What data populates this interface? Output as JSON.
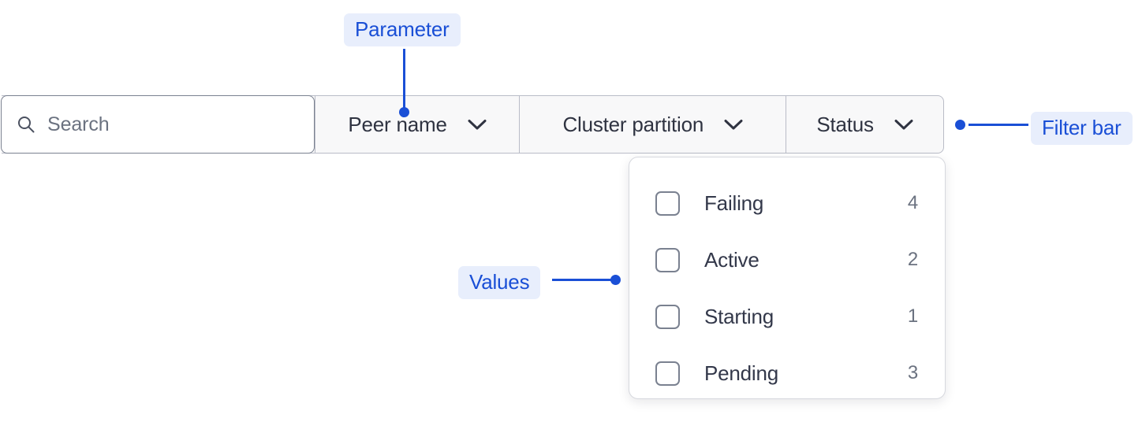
{
  "colors": {
    "accent": "#1a4fd6",
    "annotation_bg": "#e8eefc",
    "bar_bg": "#f8f8f9",
    "bar_border": "#b9bcc7",
    "text": "#2f3341",
    "muted_text": "#6b7280"
  },
  "filter_bar": {
    "search": {
      "icon": "search-icon",
      "placeholder": "Search",
      "value": ""
    },
    "dropdowns": [
      {
        "label": "Peer name",
        "icon": "chevron-down-icon",
        "expanded": false
      },
      {
        "label": "Cluster partition",
        "icon": "chevron-down-icon",
        "expanded": false
      },
      {
        "label": "Status",
        "icon": "chevron-down-icon",
        "expanded": true
      }
    ]
  },
  "values_panel": {
    "options": [
      {
        "label": "Failing",
        "count": "4",
        "checked": false
      },
      {
        "label": "Active",
        "count": "2",
        "checked": false
      },
      {
        "label": "Starting",
        "count": "1",
        "checked": false
      },
      {
        "label": "Pending",
        "count": "3",
        "checked": false
      }
    ]
  },
  "annotations": {
    "parameter": "Parameter",
    "filter_bar": "Filter bar",
    "values": "Values"
  }
}
